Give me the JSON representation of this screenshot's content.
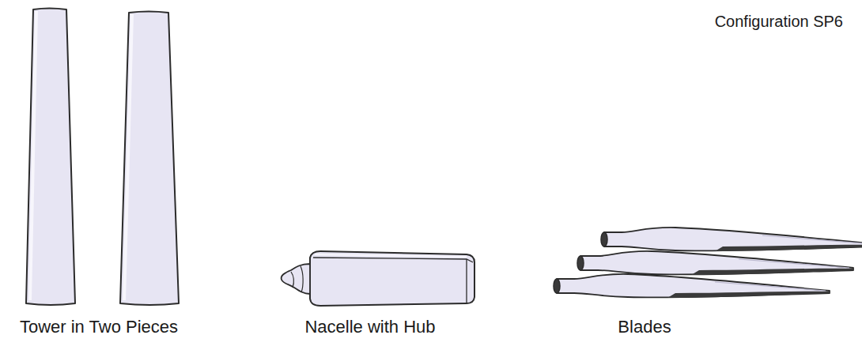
{
  "diagram": {
    "title": "Configuration SP6",
    "labels": [
      "Tower in Two Pieces",
      "Nacelle with Hub",
      "Blades"
    ]
  }
}
